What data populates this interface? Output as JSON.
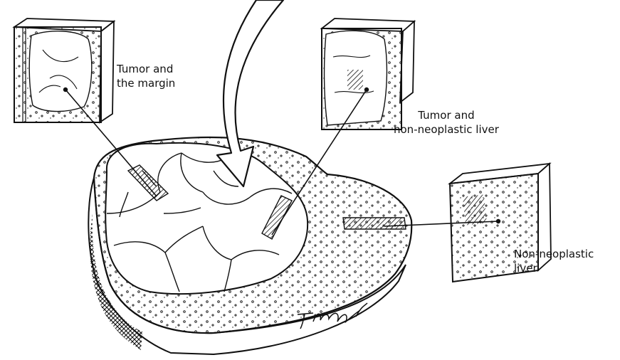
{
  "labels": {
    "tumor_margin": [
      "Tumor and",
      "the margin"
    ],
    "tumor_nonneoplastic": [
      "Tumor and",
      "non-neoplastic liver"
    ],
    "nonneoplastic_liver": [
      "Non-neoplastic",
      "liver"
    ]
  },
  "colors": {
    "ink": "#111111",
    "paper": "#ffffff"
  }
}
